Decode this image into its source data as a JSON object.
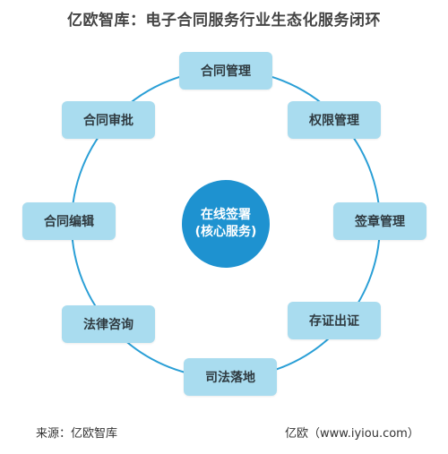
{
  "title": "亿欧智库：电子合同服务行业生态化服务闭环",
  "center": {
    "line1": "在线签署",
    "line2": "(核心服务)"
  },
  "nodes": [
    "合同管理",
    "权限管理",
    "签章管理",
    "存证出证",
    "司法落地",
    "法律咨询",
    "合同编辑",
    "合同审批"
  ],
  "footer": {
    "source": "来源：亿欧智库",
    "site": "亿欧（www.iyiou.com）"
  },
  "colors": {
    "ring": "#2a9fd6",
    "node_fill": "#a9dcef",
    "center_fill": "#1e92d0",
    "title_text": "#444444"
  }
}
